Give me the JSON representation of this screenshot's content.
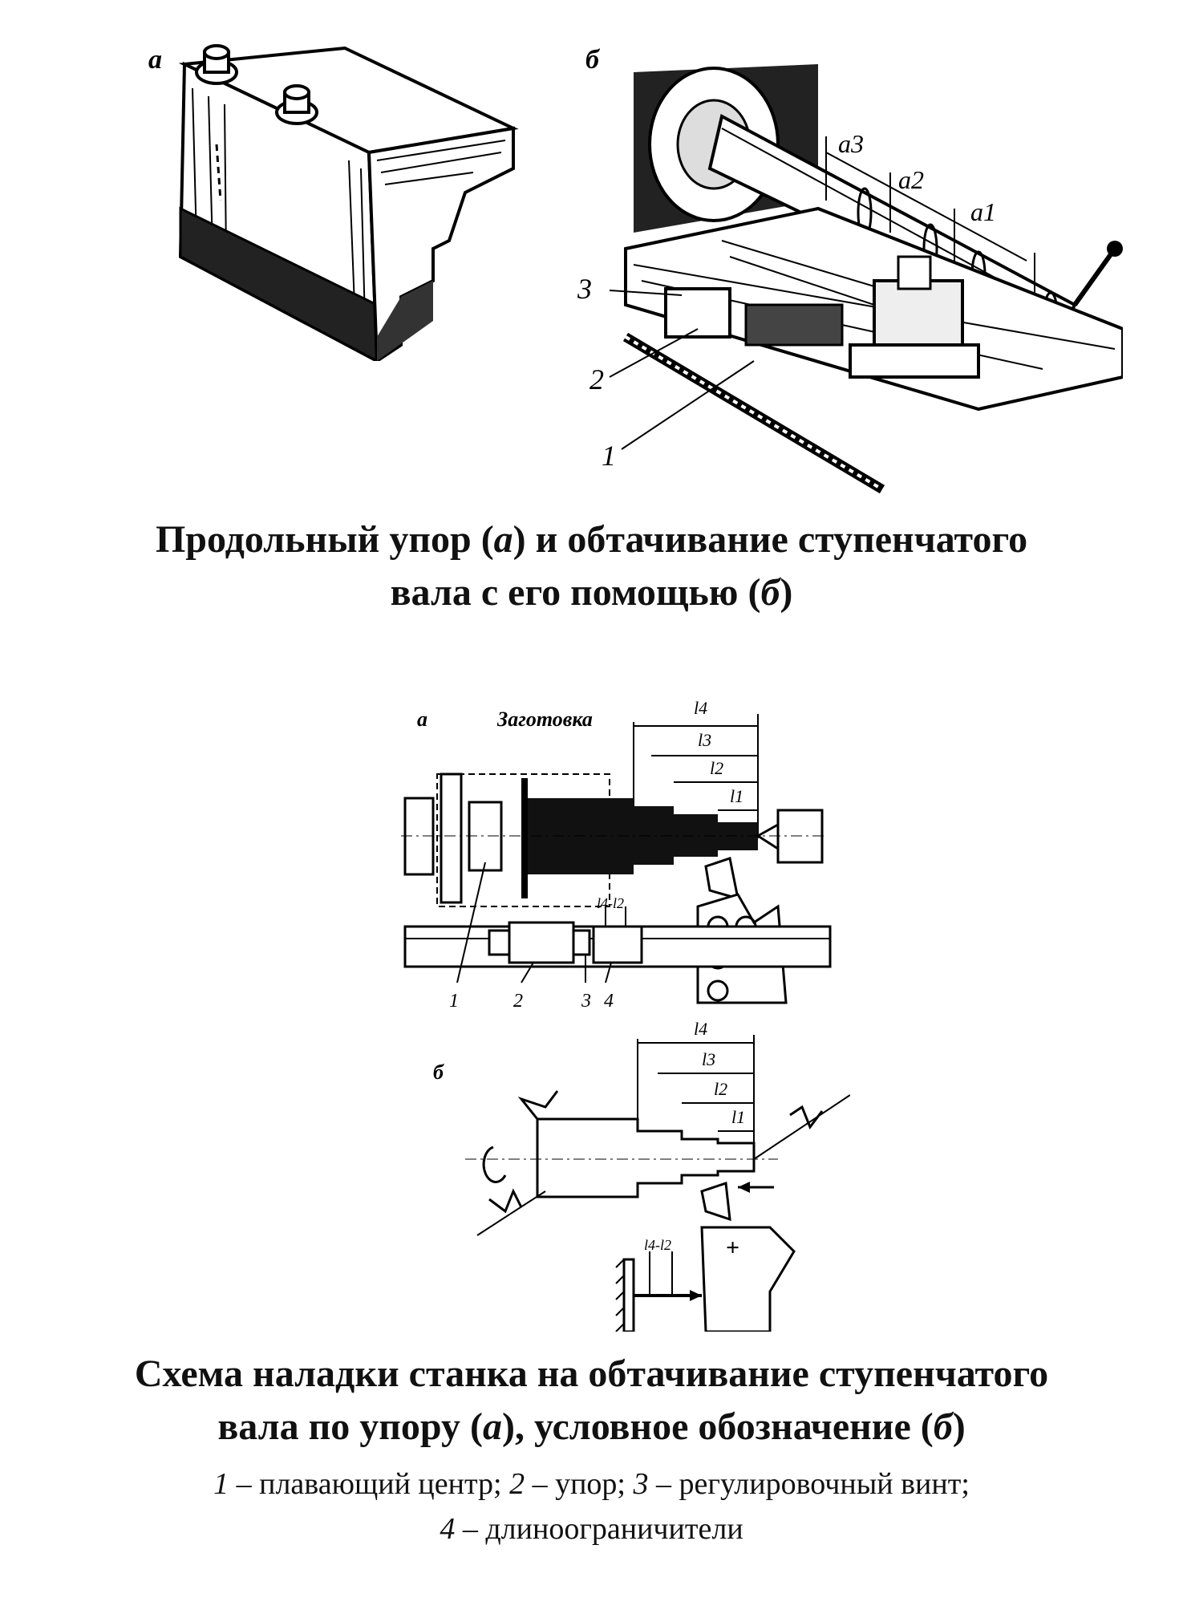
{
  "figure1": {
    "label_a": "а",
    "label_b": "б",
    "dims": [
      "a3",
      "a2",
      "a1"
    ],
    "callouts": [
      "3",
      "2",
      "1"
    ],
    "caption_part1": "Продольный упор (",
    "caption_a": "а",
    "caption_part2": ") и обтачивание ступенчатого",
    "caption_line2_part1": "вала с его помощью (",
    "caption_b": "б",
    "caption_line2_part2": ")"
  },
  "figure2": {
    "label_a": "а",
    "label_b": "б",
    "workpiece_label": "Заготовка",
    "dims_a": [
      "l4",
      "l3",
      "l2",
      "l1"
    ],
    "stop_dim": "l4-l2",
    "callouts": [
      "1",
      "2",
      "3",
      "4"
    ],
    "dims_b": [
      "l4",
      "l3",
      "l2",
      "l1"
    ],
    "caption_line1": "Схема наладки станка на обтачивание ступенчатого",
    "caption_line2_part1": "вала по упору (",
    "caption_a": "а",
    "caption_line2_part2": "), условное обозначение (",
    "caption_b": "б",
    "caption_line2_part3": ")"
  },
  "legend": {
    "n1": "1",
    "t1": " – плавающий центр; ",
    "n2": "2",
    "t2": " – упор; ",
    "n3": "3",
    "t3": " – регулировочный винт;",
    "n4": "4",
    "t4": " – длиноограничители"
  }
}
